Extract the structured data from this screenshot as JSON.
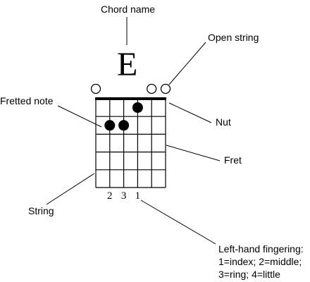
{
  "diagram": {
    "chord_name": "E",
    "strings": 6,
    "frets": 5,
    "open_strings": [
      1,
      5,
      6
    ],
    "fretted_notes": [
      {
        "string": 2,
        "fret": 2
      },
      {
        "string": 3,
        "fret": 2
      },
      {
        "string": 4,
        "fret": 1
      }
    ],
    "fingering": [
      {
        "string": 2,
        "finger": "2"
      },
      {
        "string": 3,
        "finger": "3"
      },
      {
        "string": 4,
        "finger": "1"
      }
    ]
  },
  "labels": {
    "chord_name": "Chord name",
    "open_string": "Open string",
    "fretted_note": "Fretted note",
    "nut": "Nut",
    "fret": "Fret",
    "string": "String",
    "fingering_line1": "Left-hand fingering:",
    "fingering_line2": "1=index; 2=middle;",
    "fingering_line3": "3=ring; 4=little"
  }
}
